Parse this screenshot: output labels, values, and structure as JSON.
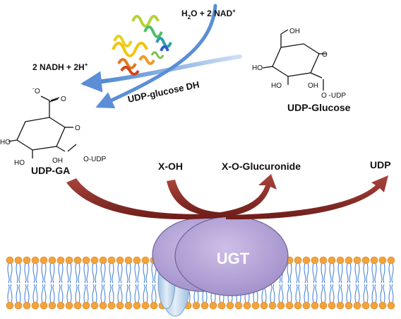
{
  "title": "",
  "top_reaction": {
    "reactant_left": "H",
    "reactant_sub": "2",
    "reactant_mid": "O +  2 NAD",
    "reactant_sup": "+",
    "product_left": "2 NADH + 2H",
    "product_sup": "+",
    "enzyme_label": "UDP-glucose DH"
  },
  "udp_glucose": {
    "name": "UDP-Glucose",
    "oh_labels": [
      "OH",
      "HO",
      "HO",
      "OH"
    ],
    "ring_oxygen": "O",
    "glycosidic": "O -UDP"
  },
  "udp_ga": {
    "name": "UDP-GA",
    "carboxylate_minus": "-",
    "carboxyl_o_upper": "O",
    "carboxyl_o_lower": "O",
    "oh_labels": [
      "HO",
      "HO",
      "OH"
    ],
    "ring_oxygen": "O",
    "glycosidic": "O-UDP"
  },
  "conjugation": {
    "substrate": "X-OH",
    "product": "X-O-Glucuronide",
    "byproduct": "UDP"
  },
  "enzyme": {
    "label": "UGT"
  },
  "colors": {
    "blue_arrow": "#5b8ed6",
    "red_arrow": "#8b2a25",
    "ugt_fill": "#b7a8d8",
    "ugt_stroke": "#6f6398",
    "membrane_head": "#f2a33a",
    "membrane_tail": "#3a7bd5",
    "channel": "#c9dcef"
  },
  "icons": {
    "protein_structure": "ribbon-protein-structure-icon"
  }
}
